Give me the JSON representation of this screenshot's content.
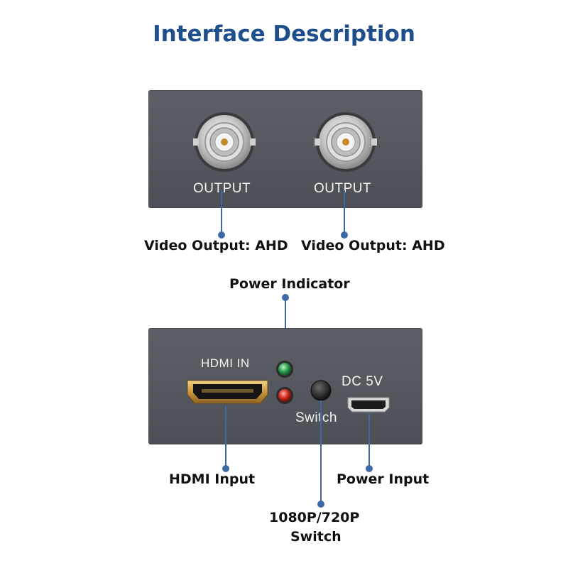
{
  "title": "Interface Description",
  "colors": {
    "title": "#1f4e8c",
    "leader_line": "#3c6aa6",
    "panel": "#56595f"
  },
  "top_panel": {
    "port_labels": [
      "OUTPUT",
      "OUTPUT"
    ],
    "captions": [
      "Video Output: AHD",
      "Video Output: AHD"
    ]
  },
  "bottom_panel": {
    "hdmi_label": "HDMI IN",
    "dc_label": "DC 5V",
    "switch_label": "Switch",
    "captions": {
      "power_indicator": "Power Indicator",
      "hdmi_input": "HDMI Input",
      "power_input": "Power Input",
      "switch_line1": "1080P/720P",
      "switch_line2": "Switch"
    }
  },
  "icons": [
    "bnc-connector-icon",
    "hdmi-port-icon",
    "led-green-icon",
    "led-red-icon",
    "push-button-icon",
    "micro-usb-port-icon"
  ]
}
